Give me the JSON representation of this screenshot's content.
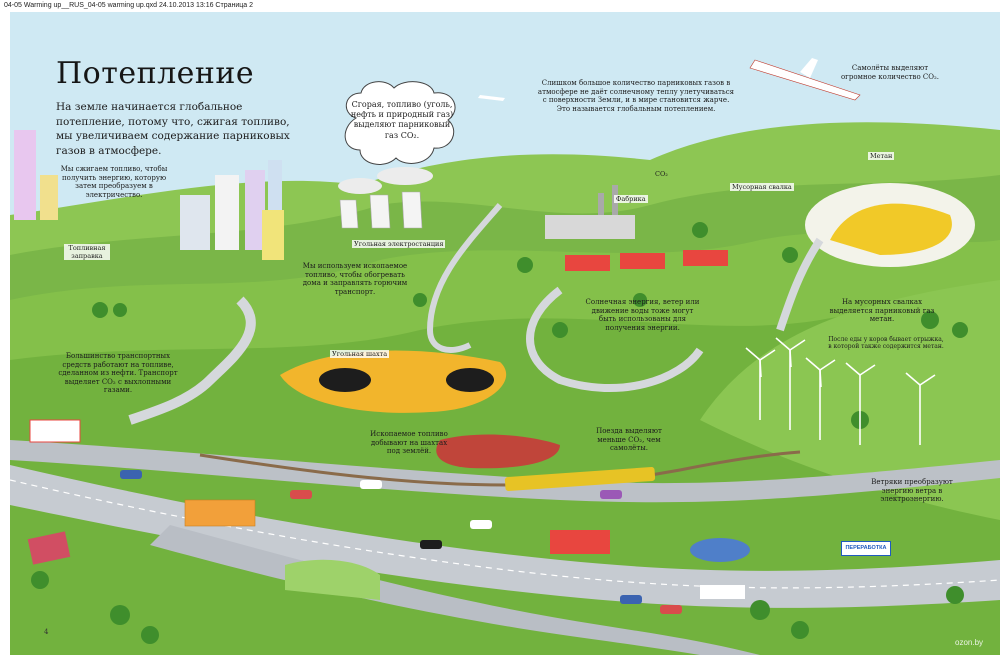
{
  "header": {
    "slug": "04-05 Warming up__RUS_04-05 warming up.qxd  24.10.2013  13:16  Страница 2"
  },
  "page": {
    "title": "Потепление",
    "intro": "На земле начинается глобальное потепление, потому что, сжигая топливо, мы увеличиваем содержание парниковых газов в атмосфере.",
    "page_number": "4",
    "watermark": "ozon.by"
  },
  "captions": {
    "fuel_to_power": "Мы сжигаем топливо, чтобы получить энергию, которую затем преобразуем в электричество.",
    "burning_fuel": "Сгорая, топливо (уголь, нефть и природный газ) выделяют парниковый газ CO₂.",
    "too_much_gas": "Слишком большое количество парниковых газов в атмосфере не даёт солнечному теплу улетучиваться с поверхности Земли, и в мире становится жарче. Это называется глобальным потеплением.",
    "planes": "Самолёты выделяют огромное количество CO₂.",
    "fossil_fuel_use": "Мы используем ископаемое топливо, чтобы обогревать дома и заправлять горючим транспорт.",
    "transport": "Большинство транспортных средств работают на топливе, сделанном из нефти. Транспорт выделяет CO₂ с выхлопными газами.",
    "renewables": "Солнечная энергия, ветер или движение воды тоже могут быть использованы для получения энергии.",
    "landfills": "На мусорных свалках выделяется парниковый газ метан.",
    "cows": "После еды у коров бывает отрыжка, в которой также содержится метан.",
    "mines": "Ископаемое топливо добывают на шахтах под землёй.",
    "trains": "Поезда выделяют меньше CO₂, чем самолёты.",
    "wind": "Ветряки преобразуют энергию ветра в электроэнергию."
  },
  "labels": {
    "gas_station": "Топливная заправка",
    "power_plant": "Угольная электростанция",
    "coal_mine": "Угольная шахта",
    "factory": "Фабрика",
    "landfill": "Мусорная свалка",
    "methane": "Метан",
    "co2_marker": "CO₂",
    "recycling_sign": "ПЕРЕРАБОТКА"
  }
}
